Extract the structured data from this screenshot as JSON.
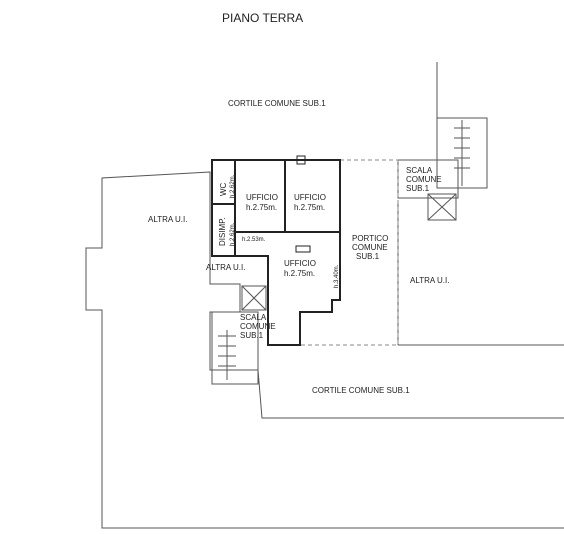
{
  "plan": {
    "title": "PIANO TERRA",
    "courtyard_top": "CORTILE COMUNE SUB.1",
    "courtyard_bottom": "CORTILE COMUNE SUB.1",
    "other_unit_left": "ALTRA U.I.",
    "other_unit_small": "ALTRA U.I.",
    "other_unit_right": "ALTRA U.I.",
    "office_1": {
      "name": "UFFICIO",
      "height": "h.2.75m."
    },
    "office_2": {
      "name": "UFFICIO",
      "height": "h.2.75m."
    },
    "office_3": {
      "name": "UFFICIO",
      "height": "h.2.75m."
    },
    "wc": {
      "name": "WC",
      "height": "h.2.62m."
    },
    "disimpegno": {
      "name": "DISIMP.",
      "height": "h.2.62m."
    },
    "lower_height": "h.2.53m.",
    "portico_height": "h.3.40m.",
    "portico": [
      "PORTICO",
      "COMUNE",
      "SUB.1"
    ],
    "stair_right": [
      "SCALA",
      "COMUNE",
      "SUB.1"
    ],
    "stair_left": [
      "SCALA",
      "COMUNE",
      "SUB.1"
    ]
  }
}
